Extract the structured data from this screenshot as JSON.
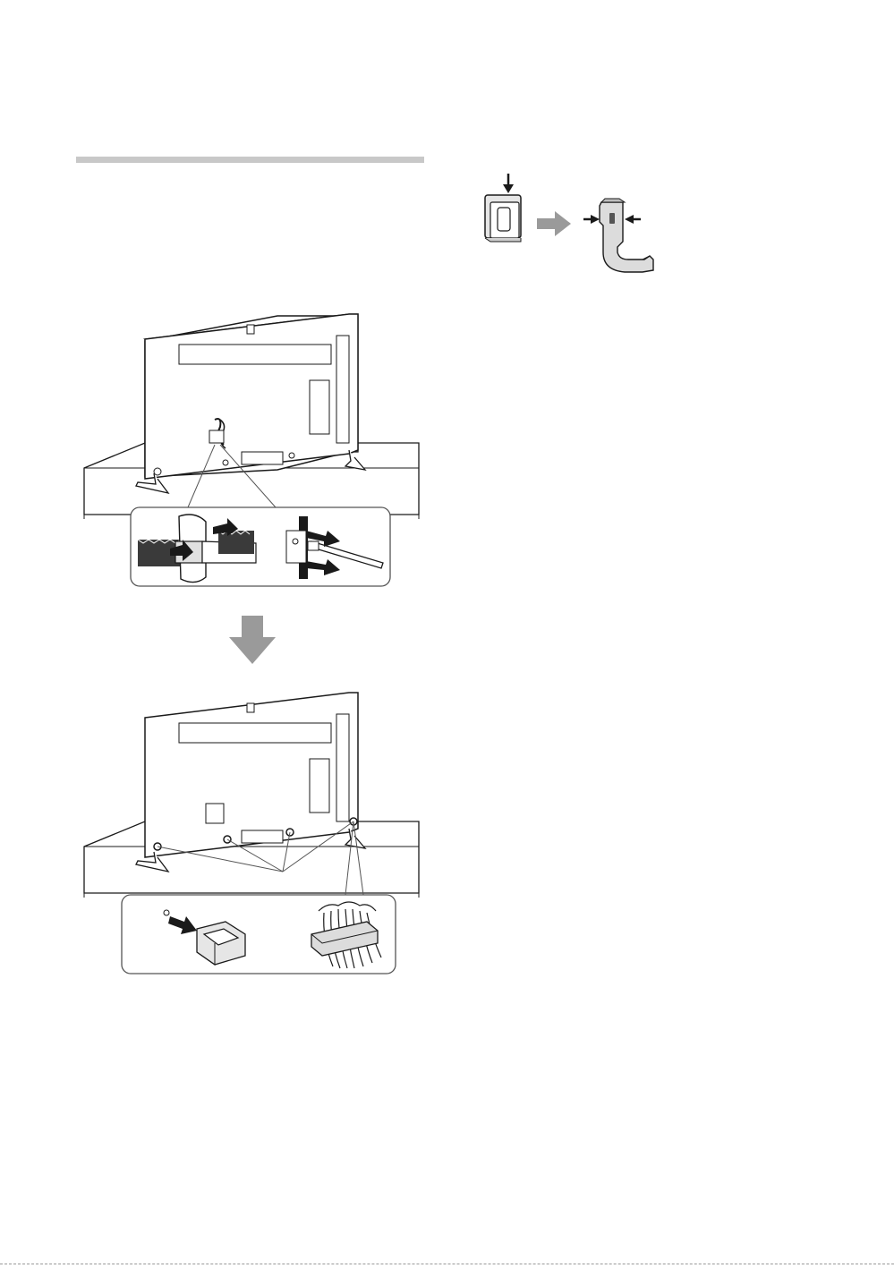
{
  "page": {
    "background": "#ffffff",
    "rule_color": "#c8c8c8",
    "ink_color": "#1a1a1a",
    "arrow_gray": "#9a9a9a"
  },
  "figures": {
    "step1": {
      "name": "tv-rear-cable-clamp-removal",
      "detail_left": "clamp-release",
      "detail_right": "cable-unhook"
    },
    "step2": {
      "name": "tv-rear-cable-holder-attach",
      "detail_left": "holder-insert",
      "detail_right": "cables-bundled"
    },
    "step_arrow": "down-arrow",
    "holder_assembly": {
      "name": "cable-holder-assembly",
      "transform": "right-arrow"
    }
  }
}
